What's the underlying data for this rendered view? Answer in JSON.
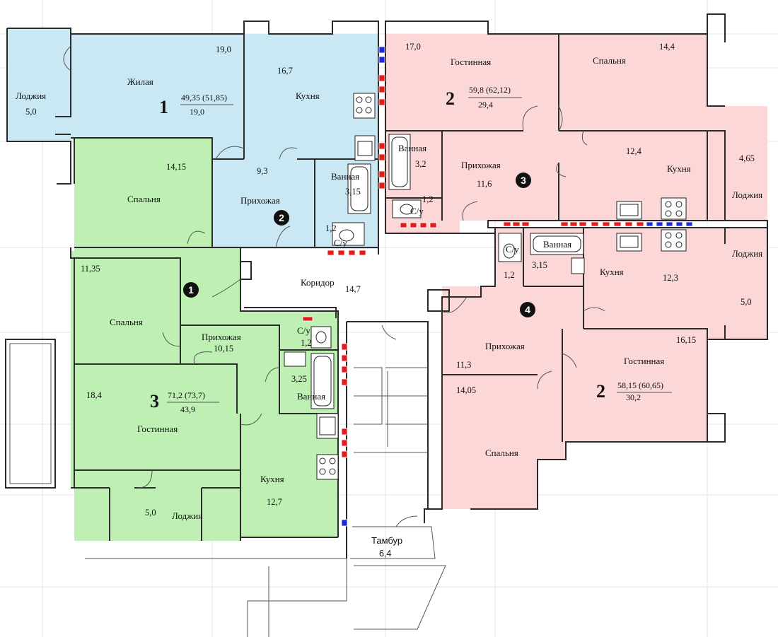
{
  "colors": {
    "blue": "#c9e8f3",
    "green": "#bdf0b2",
    "pink": "#fbd7d7",
    "wall": "#2b2b2b",
    "red_vent": "#e21b1b",
    "blue_vent": "#1a2bd6"
  },
  "apartments": [
    {
      "id": "apt1",
      "number": "1",
      "total": "49,35 (51,85)",
      "living": "19,0",
      "color": "blue"
    },
    {
      "id": "apt2a",
      "number": "2",
      "total": "59,8 (62,12)",
      "living": "29,4",
      "color": "pink"
    },
    {
      "id": "apt3",
      "number": "3",
      "total": "71,2 (73,7)",
      "living": "43,9",
      "color": "green"
    },
    {
      "id": "apt2b",
      "number": "2",
      "total": "58,15 (60,65)",
      "living": "30,2",
      "color": "pink"
    }
  ],
  "markers": [
    "1",
    "2",
    "3",
    "4"
  ],
  "rooms": [
    {
      "id": "loggia-left",
      "name": "Лоджия",
      "area": "5,0"
    },
    {
      "id": "living-1",
      "name": "Жилая",
      "area": "19,0"
    },
    {
      "id": "kitchen-1",
      "name": "Кухня",
      "area": "16,7"
    },
    {
      "id": "hall-1",
      "name": "Прихожая",
      "area": "9,3"
    },
    {
      "id": "bath-1",
      "name": "Ванная",
      "area": "3,15"
    },
    {
      "id": "wc-1",
      "name": "С/у",
      "area": "1,2"
    },
    {
      "id": "living-2a",
      "name": "Гостинная",
      "area": "17,0"
    },
    {
      "id": "bedroom-2a",
      "name": "Спальня",
      "area": "14,4"
    },
    {
      "id": "bath-2a",
      "name": "Ванная",
      "area": "3,2"
    },
    {
      "id": "hall-2a",
      "name": "Прихожая",
      "area": "11,6"
    },
    {
      "id": "wc-2a",
      "name": "С/у",
      "area": "1,2"
    },
    {
      "id": "kitchen-2a",
      "name": "Кухня",
      "area": "12,4"
    },
    {
      "id": "loggia-2a",
      "name": "Лоджия",
      "area": "4,65"
    },
    {
      "id": "bedroom-3a",
      "name": "Спальня",
      "area": "14,15"
    },
    {
      "id": "bedroom-3b",
      "name": "Спальня",
      "area": "11,35"
    },
    {
      "id": "hall-3",
      "name": "Прихожая",
      "area": "10,15"
    },
    {
      "id": "wc-3",
      "name": "С/у",
      "area": "1,2"
    },
    {
      "id": "bath-3",
      "name": "Ванная",
      "area": "3,25"
    },
    {
      "id": "living-3",
      "name": "Гостинная",
      "area": "18,4"
    },
    {
      "id": "kitchen-3",
      "name": "Кухня",
      "area": "12,7"
    },
    {
      "id": "loggia-3",
      "name": "Лоджия",
      "area": "5,0"
    },
    {
      "id": "corridor",
      "name": "Коридор",
      "area": "14,7"
    },
    {
      "id": "vestibule",
      "name": "Тамбур",
      "area": "6,4"
    },
    {
      "id": "wc-2b",
      "name": "С/у",
      "area": "1,2"
    },
    {
      "id": "bath-2b",
      "name": "Ванная",
      "area": "3,15"
    },
    {
      "id": "kitchen-2b",
      "name": "Кухня",
      "area": "12,3"
    },
    {
      "id": "loggia-2b",
      "name": "Лоджия",
      "area": "5,0"
    },
    {
      "id": "hall-2b",
      "name": "Прихожая",
      "area": "11,3"
    },
    {
      "id": "living-2b",
      "name": "Гостинная",
      "area": "16,15"
    },
    {
      "id": "bedroom-2b",
      "name": "Спальня",
      "area": "14,05"
    }
  ]
}
